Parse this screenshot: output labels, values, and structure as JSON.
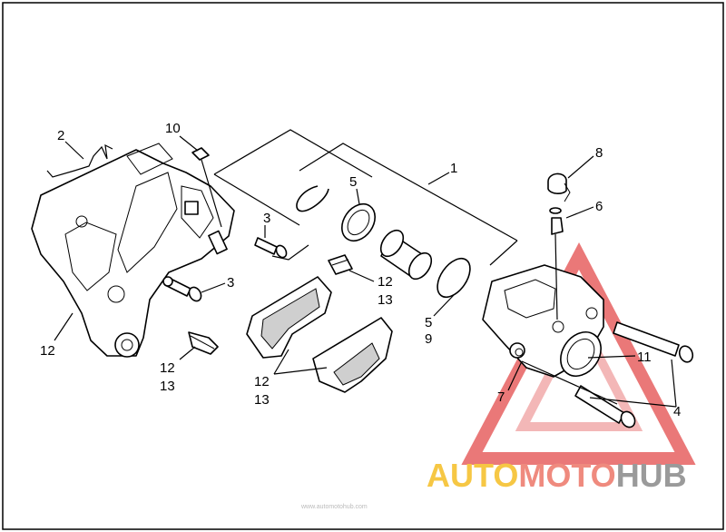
{
  "callouts": {
    "c1": "1",
    "c2": "2",
    "c3a": "3",
    "c3b": "3",
    "c4": "4",
    "c5a": "5",
    "c5b": "5",
    "c6": "6",
    "c7": "7",
    "c8": "8",
    "c9": "9",
    "c10": "10",
    "c11": "11",
    "c12a": "12",
    "c12b": "12",
    "c13b": "13",
    "c12c": "12",
    "c13c": "13",
    "c12d": "12",
    "c13d": "13"
  },
  "watermark": {
    "part1": "AUTO",
    "part2": "MOTO",
    "part3": "HUB",
    "color_auto": "#f6c744",
    "color_moto": "#ef8a7e",
    "color_hub": "#9a9a9a",
    "triangle_color": "#e34b4b"
  },
  "footer_text": "www.automotohub.com"
}
